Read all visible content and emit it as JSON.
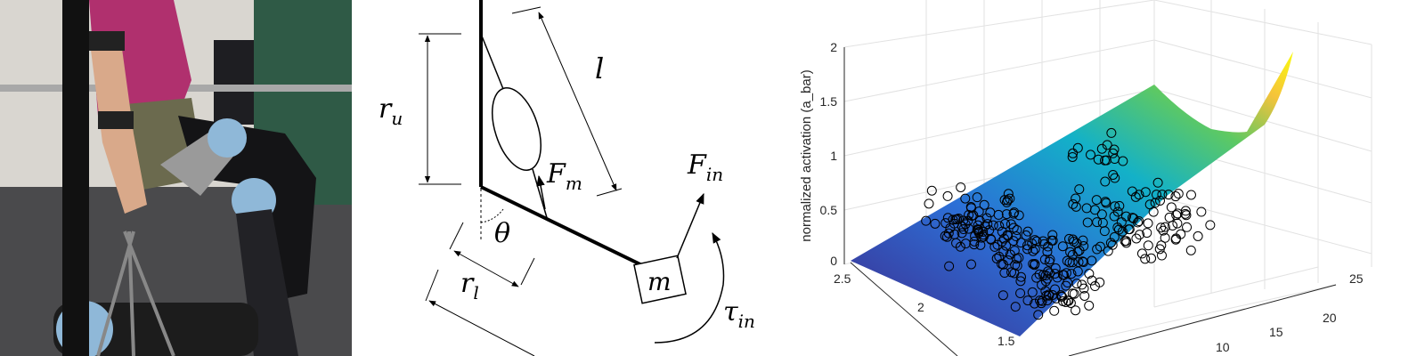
{
  "diagram": {
    "labels": {
      "r_u": "r",
      "r_u_sub": "u",
      "l": "l",
      "F_m": "F",
      "F_m_sub": "m",
      "F_in": "F",
      "F_in_sub": "in",
      "theta": "θ",
      "r_l": "r",
      "r_l_sub": "l",
      "m": "m",
      "tau_in": "τ",
      "tau_in_sub": "in"
    }
  },
  "chart_data": {
    "type": "scatter",
    "subtype": "3d-surface-with-scatter",
    "zlabel": "normalized activation (a_bar)",
    "z_ticks": [
      "0",
      "0.5",
      "1",
      "1.5",
      "2"
    ],
    "zlim": [
      0,
      2
    ],
    "y_ticks": [
      "1.5",
      "2",
      "2.5"
    ],
    "x_ticks": [
      "10",
      "15",
      "20",
      "25"
    ],
    "grid": true,
    "surface_colormap": [
      "#3e2a8c",
      "#2c6fd6",
      "#13b1c8",
      "#5ec962",
      "#f5c33b",
      "#f9fb0e"
    ],
    "scatter_marker": "open-circle",
    "scatter_color": "#000000"
  }
}
